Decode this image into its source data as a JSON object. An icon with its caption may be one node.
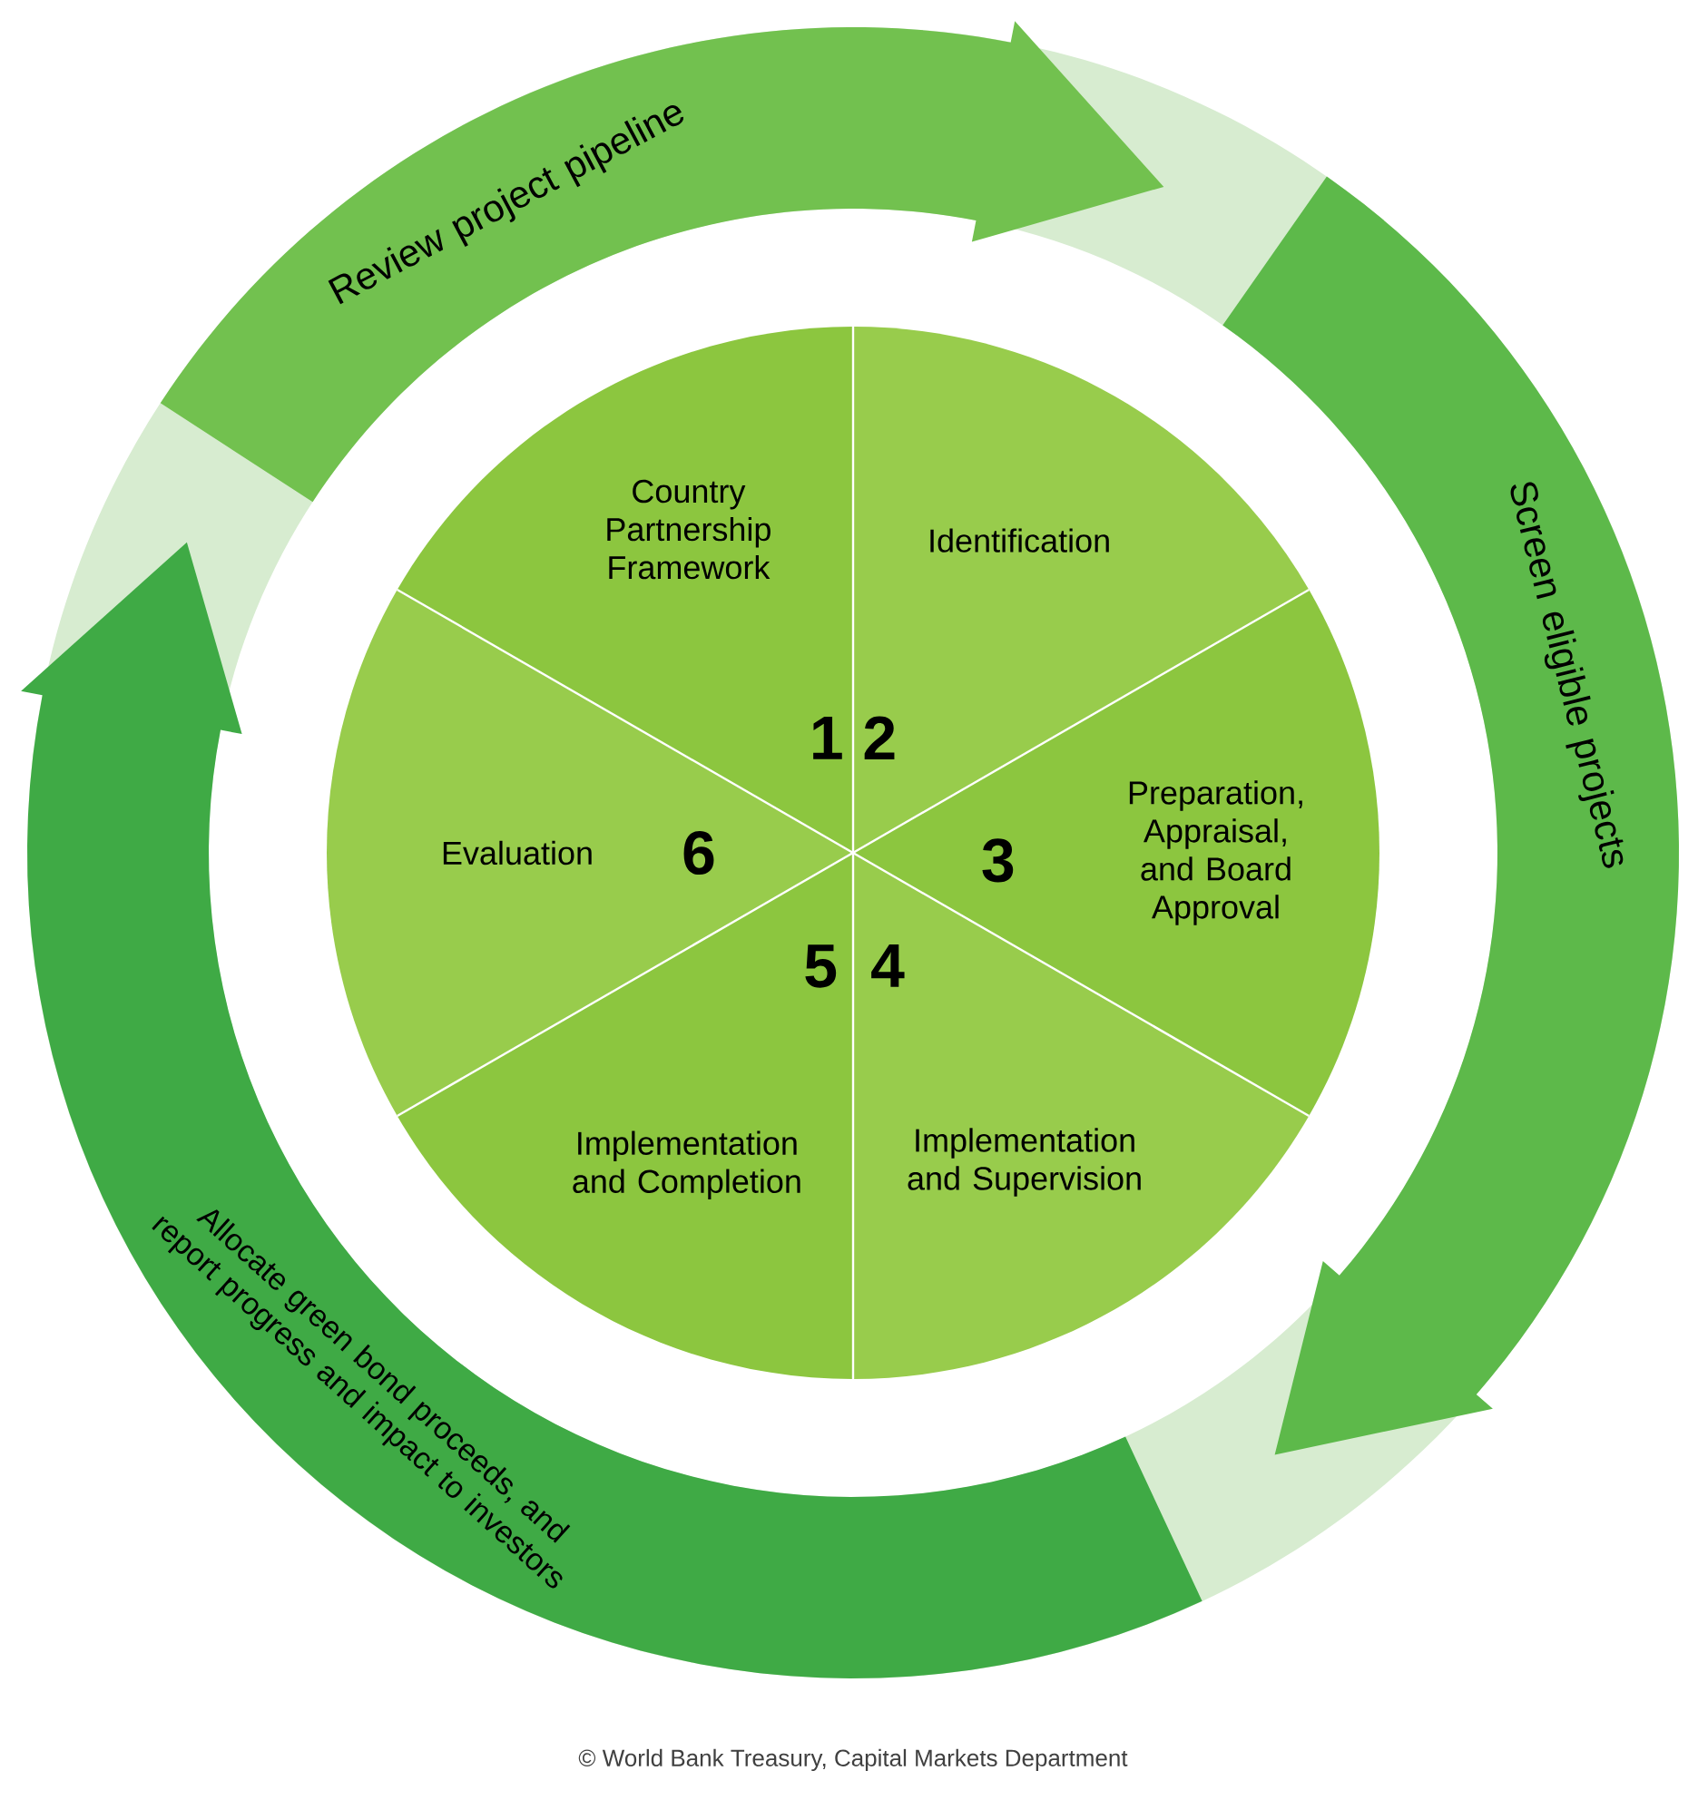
{
  "diagram": {
    "caption": "© World Bank Treasury, Capital Markets Department",
    "nodes": [
      {
        "text": [
          "Review project pipeline"
        ]
      },
      {
        "text": [
          "Screen eligible projects"
        ]
      },
      {
        "text": [
          "Allocate green bond proceeds, and report progress and impact to investors"
        ]
      },
      {
        "text": [
          "Country Partnership Framework",
          "1"
        ]
      },
      {
        "text": [
          "Identification",
          "2"
        ]
      },
      {
        "text": [
          "3",
          "Preparation, Appraisal, and Board Approval"
        ]
      },
      {
        "text": [
          "Implementation and Supervision",
          "4"
        ]
      },
      {
        "text": [
          "Implementation and Completion",
          "5"
        ]
      },
      {
        "text": [
          "Evaluation",
          "6"
        ]
      }
    ]
  }
}
